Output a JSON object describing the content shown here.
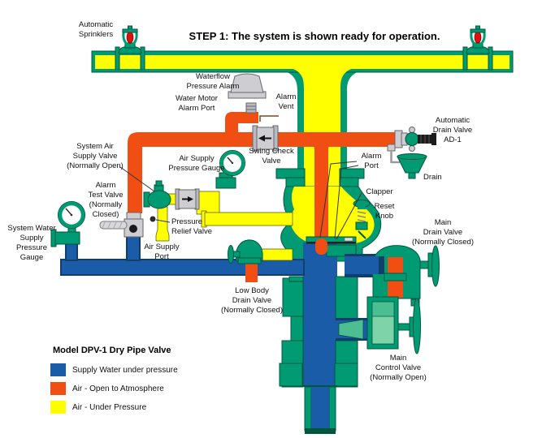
{
  "title": "STEP 1: The system is shown ready for operation.",
  "labels": {
    "automatic_sprinklers": "Automatic\nSprinklers",
    "waterflow_pressure_alarm": "Waterflow\nPressure Alarm",
    "water_motor_alarm_port": "Water Motor\nAlarm Port",
    "alarm_vent": "Alarm\nVent",
    "swing_check_valve": "Swing Check\nValve",
    "automatic_drain_valve": "Automatic\nDrain Valve\nAD-1",
    "drain": "Drain",
    "alarm_port": "Alarm\nPort",
    "clapper": "Clapper",
    "reset_knob": "Reset\nKnob",
    "system_air_supply_valve": "System Air\nSupply Valve\n(Normally Open)",
    "air_supply_pressure_gauge": "Air Supply\nPressure Gauge",
    "alarm_test_valve": "Alarm\nTest Valve\n(Normally\nClosed)",
    "system_water_supply_pressure_gauge": "System Water\nSupply\nPressure\nGauge",
    "pressure_relief_valve": "Pressure\nRelief Valve",
    "air_supply_port": "Air Supply\nPort",
    "low_body_drain_valve": "Low Body\nDrain Valve\n(Normally Closed)",
    "main_drain_valve": "Main\nDrain Valve\n(Normally Closed)",
    "main_control_valve": "Main\nControl Valve\n(Normally Open)"
  },
  "legend": {
    "title": "Model DPV-1 Dry Pipe Valve",
    "items": [
      {
        "label": "Supply Water under pressure",
        "color": "#1A5CA8"
      },
      {
        "label": "Air - Open to Atmosphere",
        "color": "#F14E13"
      },
      {
        "label": "Air - Under Pressure",
        "color": "#FFFF00"
      }
    ]
  },
  "colors": {
    "pipe_green": "#009B72",
    "pipe_green_dark": "#00573F",
    "water_blue": "#1A5CA8",
    "air_orange": "#F14E13",
    "air_yellow": "#FFFF00",
    "metal_gray": "#CDCDD2",
    "sprinkler_red": "#E01010",
    "background": "#FFFFFF"
  }
}
